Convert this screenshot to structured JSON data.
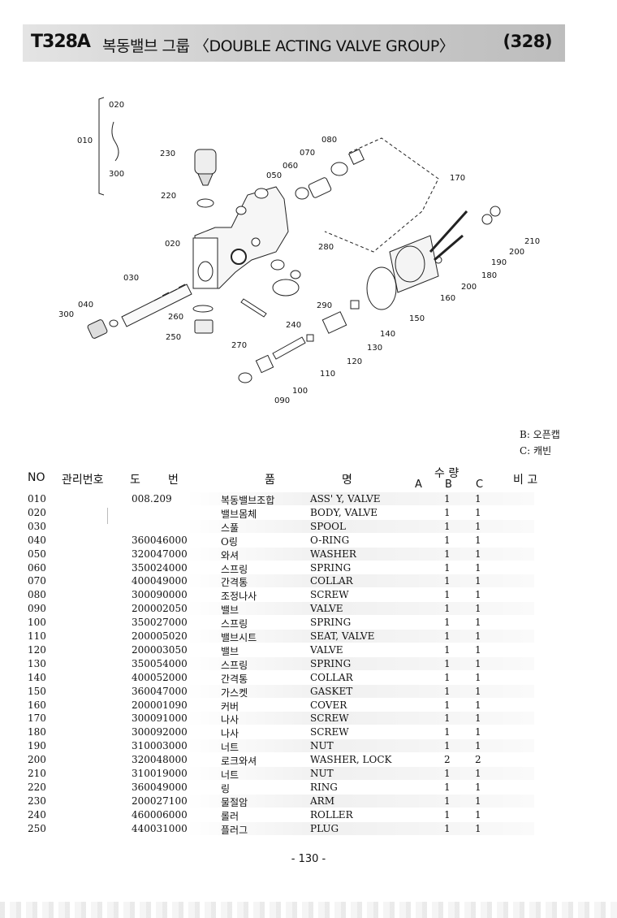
{
  "header": {
    "code": "T328A",
    "title": "복동밸브 그룹 〈DOUBLE ACTING VALVE GROUP〉",
    "page_ref": "(328)"
  },
  "diagram": {
    "callouts": [
      "020",
      "010",
      "300",
      "230",
      "220",
      "020",
      "030",
      "040",
      "300",
      "260",
      "250",
      "270",
      "240",
      "290",
      "280",
      "050",
      "060",
      "070",
      "080",
      "170",
      "210",
      "200",
      "190",
      "180",
      "200",
      "160",
      "150",
      "140",
      "130",
      "120",
      "110",
      "100",
      "090"
    ]
  },
  "legend": {
    "b": "B: 오픈캡",
    "c": "C: 캐빈"
  },
  "table": {
    "headers": {
      "no": "NO",
      "mgmt": "관리번호",
      "drawing_1": "도",
      "drawing_2": "번",
      "name_1": "품",
      "name_2": "명",
      "qty": "수 량",
      "a": "A",
      "b": "B",
      "c": "C",
      "remark": "비  고"
    },
    "rows": [
      {
        "no": "010",
        "part": "008.209",
        "ko": "복동밸브조합",
        "en": "ASS' Y, VALVE",
        "b": "1",
        "c": "1"
      },
      {
        "no": "020",
        "part": "",
        "ko": "밸브몸체",
        "en": "BODY, VALVE",
        "b": "1",
        "c": "1"
      },
      {
        "no": "030",
        "part": "",
        "ko": "스풀",
        "en": "SPOOL",
        "b": "1",
        "c": "1"
      },
      {
        "no": "040",
        "part": "360046000",
        "ko": "O링",
        "en": "O-RING",
        "b": "1",
        "c": "1"
      },
      {
        "no": "050",
        "part": "320047000",
        "ko": "와셔",
        "en": "WASHER",
        "b": "1",
        "c": "1"
      },
      {
        "no": "060",
        "part": "350024000",
        "ko": "스프링",
        "en": "SPRING",
        "b": "1",
        "c": "1"
      },
      {
        "no": "070",
        "part": "400049000",
        "ko": "간격통",
        "en": "COLLAR",
        "b": "1",
        "c": "1"
      },
      {
        "no": "080",
        "part": "300090000",
        "ko": "조정나사",
        "en": "SCREW",
        "b": "1",
        "c": "1"
      },
      {
        "no": "090",
        "part": "200002050",
        "ko": "밸브",
        "en": "VALVE",
        "b": "1",
        "c": "1"
      },
      {
        "no": "100",
        "part": "350027000",
        "ko": "스프링",
        "en": "SPRING",
        "b": "1",
        "c": "1"
      },
      {
        "no": "110",
        "part": "200005020",
        "ko": "밸브시트",
        "en": "SEAT, VALVE",
        "b": "1",
        "c": "1"
      },
      {
        "no": "120",
        "part": "200003050",
        "ko": "밸브",
        "en": "VALVE",
        "b": "1",
        "c": "1"
      },
      {
        "no": "130",
        "part": "350054000",
        "ko": "스프링",
        "en": "SPRING",
        "b": "1",
        "c": "1"
      },
      {
        "no": "140",
        "part": "400052000",
        "ko": "간격통",
        "en": "COLLAR",
        "b": "1",
        "c": "1"
      },
      {
        "no": "150",
        "part": "360047000",
        "ko": "가스켓",
        "en": "GASKET",
        "b": "1",
        "c": "1"
      },
      {
        "no": "160",
        "part": "200001090",
        "ko": "커버",
        "en": "COVER",
        "b": "1",
        "c": "1"
      },
      {
        "no": "170",
        "part": "300091000",
        "ko": "나사",
        "en": "SCREW",
        "b": "1",
        "c": "1"
      },
      {
        "no": "180",
        "part": "300092000",
        "ko": "나사",
        "en": "SCREW",
        "b": "1",
        "c": "1"
      },
      {
        "no": "190",
        "part": "310003000",
        "ko": "너트",
        "en": "NUT",
        "b": "1",
        "c": "1"
      },
      {
        "no": "200",
        "part": "320048000",
        "ko": "로크와셔",
        "en": "WASHER, LOCK",
        "b": "2",
        "c": "2"
      },
      {
        "no": "210",
        "part": "310019000",
        "ko": "너트",
        "en": "NUT",
        "b": "1",
        "c": "1"
      },
      {
        "no": "220",
        "part": "360049000",
        "ko": "링",
        "en": "RING",
        "b": "1",
        "c": "1"
      },
      {
        "no": "230",
        "part": "200027100",
        "ko": "물절암",
        "en": "ARM",
        "b": "1",
        "c": "1"
      },
      {
        "no": "240",
        "part": "460006000",
        "ko": "롤러",
        "en": "ROLLER",
        "b": "1",
        "c": "1"
      },
      {
        "no": "250",
        "part": "440031000",
        "ko": "플러그",
        "en": "PLUG",
        "b": "1",
        "c": "1"
      }
    ]
  },
  "footer": {
    "page_number": "- 130 -"
  }
}
